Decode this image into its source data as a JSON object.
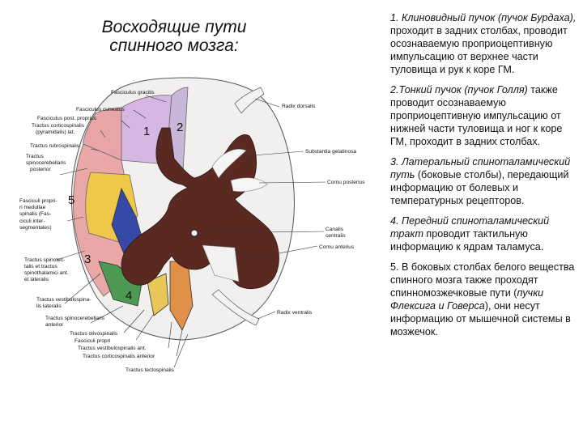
{
  "title": {
    "line1": "Восходящие пути",
    "line2": "спинного мозга:"
  },
  "diagram": {
    "labels": {
      "fasciculus_gracilis": "Fasciculus gracilis",
      "fasciculus_cuneatus": "Fasciculus cuneatus",
      "fasciculus_post_proprius": "Fasciculus post. proprius",
      "tractus_corticospinalis_lat_1": "Tractus corticospinalis",
      "tractus_corticospinalis_lat_2": "(pyramidalis) lat.",
      "tractus_rubrospinalis": "Tractus rubrospinalis",
      "tractus_spinocerebellaris_post_1": "Tractus",
      "tractus_spinocerebellaris_post_2": "spinocerebellaris",
      "tractus_spinocerebellaris_post_3": "posterior",
      "fasciculi_proprii_1": "Fasciculi propri-",
      "fasciculi_proprii_2": "ri medullae",
      "fasciculi_proprii_3": "spinalis (Fas-",
      "fasciculi_proprii_4": "ciculi inter-",
      "fasciculi_proprii_5": "segmentales)",
      "tractus_spinotectalis_1": "Tractus spinotec-",
      "tractus_spinotectalis_2": "talis et tractus",
      "tractus_spinotectalis_3": "spinothalamici ant.",
      "tractus_spinotectalis_4": "et lateralis",
      "tractus_vestibulospinalis_lat_1": "Tractus vestibulospina-",
      "tractus_vestibulospinalis_lat_2": "lis lateralis",
      "tractus_spinocerebellaris_ant_1": "Tractus spinocerebellaris",
      "tractus_spinocerebellaris_ant_2": "anterior",
      "tractus_olivospinalis": "Tractus olivospinalis",
      "fasciculus_proprii": "Fasciculi propri",
      "tractus_vestibulospinalis_ant": "Tractus vestibulospinalis ant.",
      "tractus_corticospinalis_ant": "Tractus corticospinalis anterior",
      "tractus_tectospinalis": "Tractus tectospinalis",
      "radix_dorsalis": "Radix dorsalis",
      "substantia_gelatinosa": "Substantia gelatinosa",
      "cornu_posterius": "Cornu posterius",
      "canalis_centralis_1": "Canalis",
      "canalis_centralis_2": "centralis",
      "cornu_anterius": "Cornu anterius",
      "radix_ventralis": "Radix ventralis"
    },
    "numbers": {
      "n1": "1",
      "n2": "2",
      "n3": "3",
      "n4": "4",
      "n5": "5"
    }
  },
  "paragraphs": {
    "p1": {
      "italic": "1. Клиновидный пучок (пучок Бурдаха),",
      "normal": " проходит в задних столбах, проводит осознаваемую проприоцептивную импульсацию от верхнее части туловища и рук к коре ГМ."
    },
    "p2": {
      "italic": "2.Тонкий пучок (пучок Голля)",
      "normal": " также проводит осознаваемую проприоцептивную импульсацию от нижней части туловища и ног к коре ГМ, проходит в задних столбах."
    },
    "p3": {
      "italic": "3. Латеральный спиноталамический путь",
      "normal": " (боковые столбы), передающий информацию от болевых и температурных рецепторов."
    },
    "p4": {
      "italic": "4. Передний спиноталамический тракт",
      "normal": " проводит тактильную информацию к ядрам таламуса."
    },
    "p5": {
      "normal1": "5. В боковых столбах белого вещества спинного мозга также проходят спинномозжечковые пути (",
      "italic": "пучки Флексига и Говерса",
      "normal2": "), они несут информацию от мышечной системы в мозжечок."
    }
  }
}
